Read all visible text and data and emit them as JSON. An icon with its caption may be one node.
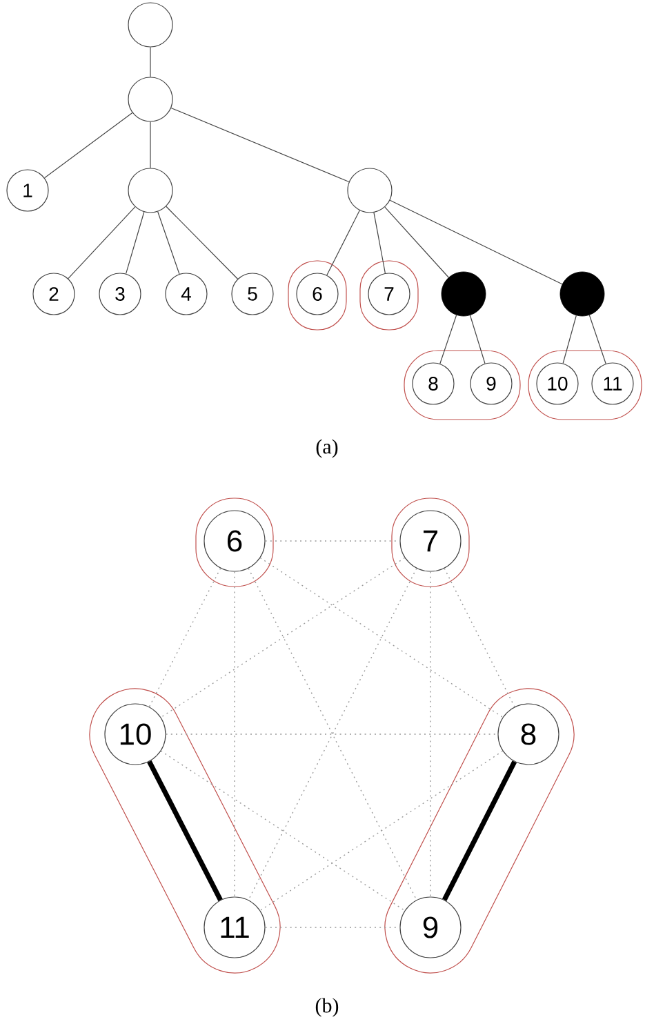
{
  "diagram": {
    "nodes": [
      {
        "text": [],
        "shape": "circle"
      },
      {
        "text": [],
        "shape": "circle"
      },
      {
        "text": [
          "1"
        ]
      },
      {
        "text": [],
        "shape": "circle"
      },
      {
        "text": [],
        "shape": "circle"
      },
      {
        "text": [
          "2"
        ]
      },
      {
        "text": [
          "3"
        ]
      },
      {
        "text": [
          "4"
        ]
      },
      {
        "text": [
          "5"
        ]
      },
      {
        "text": [],
        "shape": "box"
      },
      {
        "text": [
          "6"
        ],
        "in": 9
      },
      {
        "text": [],
        "shape": "box"
      },
      {
        "text": [
          "7"
        ],
        "in": 11
      },
      {
        "text": [],
        "shape": "dot"
      },
      {
        "text": [],
        "shape": "dot"
      },
      {
        "text": [],
        "shape": "box"
      },
      {
        "text": [
          "8"
        ],
        "in": 15
      },
      {
        "text": [
          "9"
        ],
        "in": 15
      },
      {
        "text": [],
        "shape": "box"
      },
      {
        "text": [
          "10"
        ],
        "in": 18
      },
      {
        "text": [
          "11"
        ],
        "in": 18
      },
      {
        "text": [],
        "shape": "box"
      },
      {
        "text": [
          "6"
        ],
        "in": 21
      },
      {
        "text": [],
        "shape": "box"
      },
      {
        "text": [
          "7"
        ],
        "in": 23
      },
      {
        "text": [],
        "shape": "box"
      },
      {
        "text": [
          "10"
        ],
        "in": 25
      },
      {
        "text": [],
        "shape": "box"
      },
      {
        "text": [
          "8"
        ],
        "in": 27
      },
      {
        "text": [
          "11"
        ],
        "in": 25
      },
      {
        "text": [
          "9"
        ],
        "in": 27
      }
    ],
    "edges": [
      {
        "from": 0,
        "to": 1,
        "arrow": "none"
      },
      {
        "from": 1,
        "to": 2,
        "arrow": "none"
      },
      {
        "from": 1,
        "to": 3,
        "arrow": "none"
      },
      {
        "from": 1,
        "to": 4,
        "arrow": "none"
      },
      {
        "from": 3,
        "to": 5,
        "arrow": "none"
      },
      {
        "from": 3,
        "to": 6,
        "arrow": "none"
      },
      {
        "from": 3,
        "to": 7,
        "arrow": "none"
      },
      {
        "from": 3,
        "to": 8,
        "arrow": "none"
      },
      {
        "from": 4,
        "to": 10,
        "arrow": "none"
      },
      {
        "from": 4,
        "to": 12,
        "arrow": "none"
      },
      {
        "from": 4,
        "to": 13,
        "arrow": "none"
      },
      {
        "from": 4,
        "to": 14,
        "arrow": "none"
      },
      {
        "from": 13,
        "to": 16,
        "arrow": "none"
      },
      {
        "from": 13,
        "to": 17,
        "arrow": "none"
      },
      {
        "from": 14,
        "to": 19,
        "arrow": "none"
      },
      {
        "from": 14,
        "to": 20,
        "arrow": "none"
      },
      {
        "from": 26,
        "to": 29,
        "arrow": "none",
        "style": "thick"
      },
      {
        "from": 28,
        "to": 30,
        "arrow": "none",
        "style": "thick"
      },
      {
        "from": 22,
        "to": 24,
        "arrow": "none",
        "style": "dashed",
        "color": "#999999"
      },
      {
        "from": 22,
        "to": 26,
        "arrow": "none",
        "style": "dashed",
        "color": "#999999"
      },
      {
        "from": 22,
        "to": 28,
        "arrow": "none",
        "style": "dashed",
        "color": "#999999"
      },
      {
        "from": 22,
        "to": 29,
        "arrow": "none",
        "style": "dashed",
        "color": "#999999"
      },
      {
        "from": 22,
        "to": 30,
        "arrow": "none",
        "style": "dashed",
        "color": "#999999"
      },
      {
        "from": 24,
        "to": 26,
        "arrow": "none",
        "style": "dashed",
        "color": "#999999"
      },
      {
        "from": 24,
        "to": 28,
        "arrow": "none",
        "style": "dashed",
        "color": "#999999"
      },
      {
        "from": 24,
        "to": 29,
        "arrow": "none",
        "style": "dashed",
        "color": "#999999"
      },
      {
        "from": 24,
        "to": 30,
        "arrow": "none",
        "style": "dashed",
        "color": "#999999"
      },
      {
        "from": 26,
        "to": 28,
        "arrow": "none",
        "style": "dashed",
        "color": "#999999"
      },
      {
        "from": 26,
        "to": 30,
        "arrow": "none",
        "style": "dashed",
        "color": "#999999"
      },
      {
        "from": 28,
        "to": 29,
        "arrow": "none",
        "style": "dashed",
        "color": "#999999"
      },
      {
        "from": 29,
        "to": 30,
        "arrow": "none",
        "style": "dashed",
        "color": "#999999"
      }
    ],
    "labels": [
      "(a)",
      "(b)"
    ]
  }
}
